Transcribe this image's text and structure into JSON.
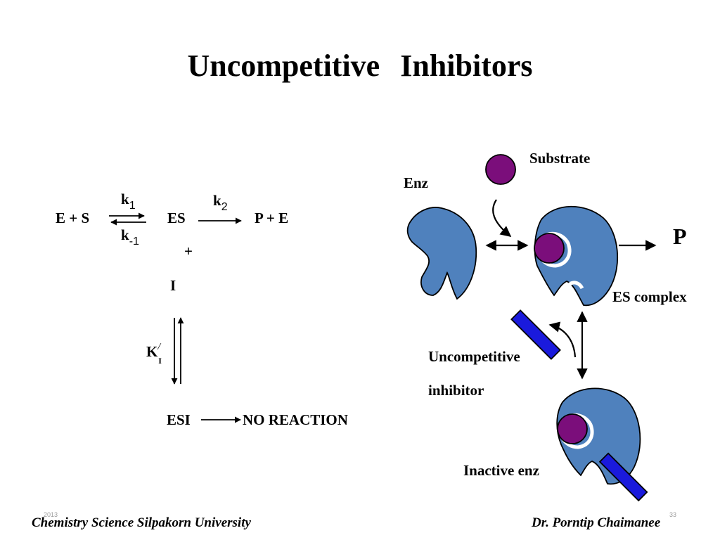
{
  "title": "Uncompetitive    Inhibitors",
  "scheme": {
    "es_left": "E + S",
    "k1_base": "k",
    "k1_sub": "1",
    "km1_base": "k",
    "km1_sub": "-1",
    "es": "ES",
    "k2_base": "k",
    "k2_sub": "2",
    "product": "P + E",
    "plus": "+",
    "inhibitor": "I",
    "ki_base": "K",
    "ki_sup": "/",
    "ki_sub": "I",
    "esi": "ESI",
    "no_reaction": "NO REACTION"
  },
  "figure": {
    "substrate_label": "Substrate",
    "enz_label": "Enz",
    "product_label": "P",
    "es_complex_label": "ES complex",
    "inhibitor_label_1": "Uncompetitive",
    "inhibitor_label_2": "inhibitor",
    "inactive_label": "Inactive enz"
  },
  "colors": {
    "enzyme": "#4f81bd",
    "substrate": "#7b0e7b",
    "inhibitor": "#1a1adc"
  },
  "footer": {
    "left": "Chemistry   Science   Silpakorn University",
    "right": "Dr. Porntip  Chaimanee",
    "year": "2013",
    "page": "33"
  }
}
